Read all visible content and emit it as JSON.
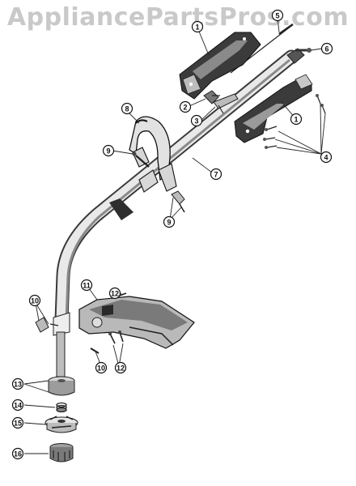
{
  "watermark": "AppliancePartsPros.com",
  "callouts": [
    {
      "id": "c1a",
      "label": "1"
    },
    {
      "id": "c1b",
      "label": "1"
    },
    {
      "id": "c2",
      "label": "2"
    },
    {
      "id": "c3",
      "label": "3"
    },
    {
      "id": "c4",
      "label": "4"
    },
    {
      "id": "c5",
      "label": "5"
    },
    {
      "id": "c6",
      "label": "6"
    },
    {
      "id": "c7",
      "label": "7"
    },
    {
      "id": "c8",
      "label": "8"
    },
    {
      "id": "c9a",
      "label": "9"
    },
    {
      "id": "c9b",
      "label": "9"
    },
    {
      "id": "c10a",
      "label": "10"
    },
    {
      "id": "c10b",
      "label": "10"
    },
    {
      "id": "c11",
      "label": "11"
    },
    {
      "id": "c12a",
      "label": "12"
    },
    {
      "id": "c12b",
      "label": "12"
    },
    {
      "id": "c13",
      "label": "13"
    },
    {
      "id": "c14",
      "label": "14"
    },
    {
      "id": "c15",
      "label": "15"
    },
    {
      "id": "c16",
      "label": "16"
    }
  ]
}
